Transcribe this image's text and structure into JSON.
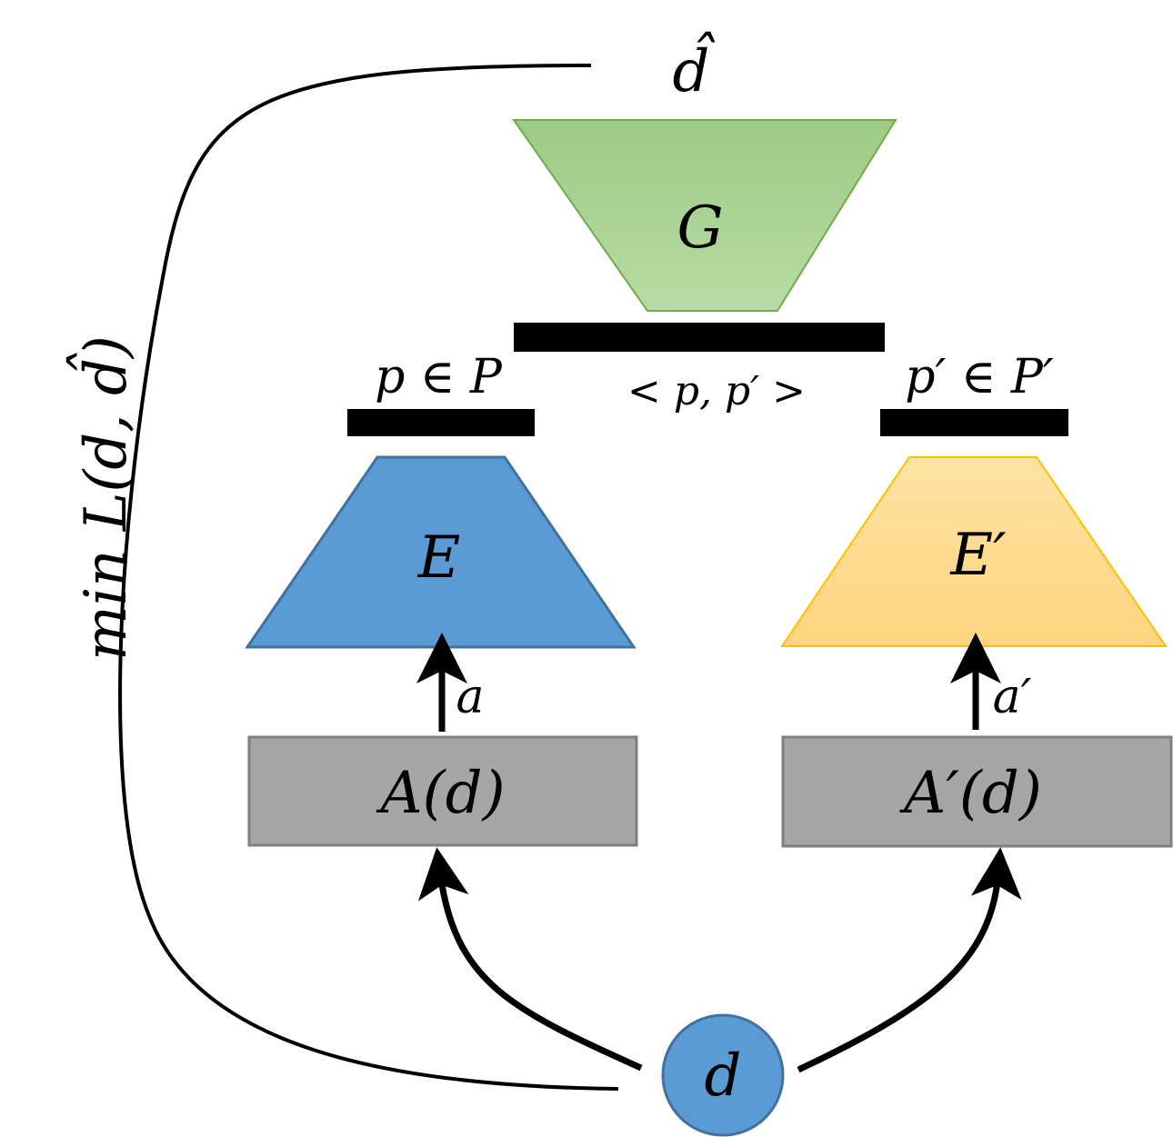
{
  "output_label": "d̂",
  "loss_label": "min L(d, d̂)",
  "generator": {
    "label": "G",
    "color": "#a9d18e",
    "stroke": "#70ad47"
  },
  "joint_code_label": "< p, p′ >",
  "left_branch": {
    "code_label": "p ∈ P",
    "encoder": {
      "label": "E",
      "color": "#5b9bd5",
      "stroke": "#41719c"
    },
    "arrow_label": "a",
    "augment": {
      "label": "A(d)",
      "color": "#a6a6a6",
      "stroke": "#7f7f7f"
    }
  },
  "right_branch": {
    "code_label": "p′ ∈ P′",
    "encoder": {
      "label": "E′",
      "color": "#ffd98a",
      "stroke": "#ffc000"
    },
    "arrow_label": "a′",
    "augment": {
      "label": "A′(d)",
      "color": "#a6a6a6",
      "stroke": "#7f7f7f"
    }
  },
  "input": {
    "label": "d",
    "color": "#5b9bd5",
    "stroke": "#41719c"
  }
}
